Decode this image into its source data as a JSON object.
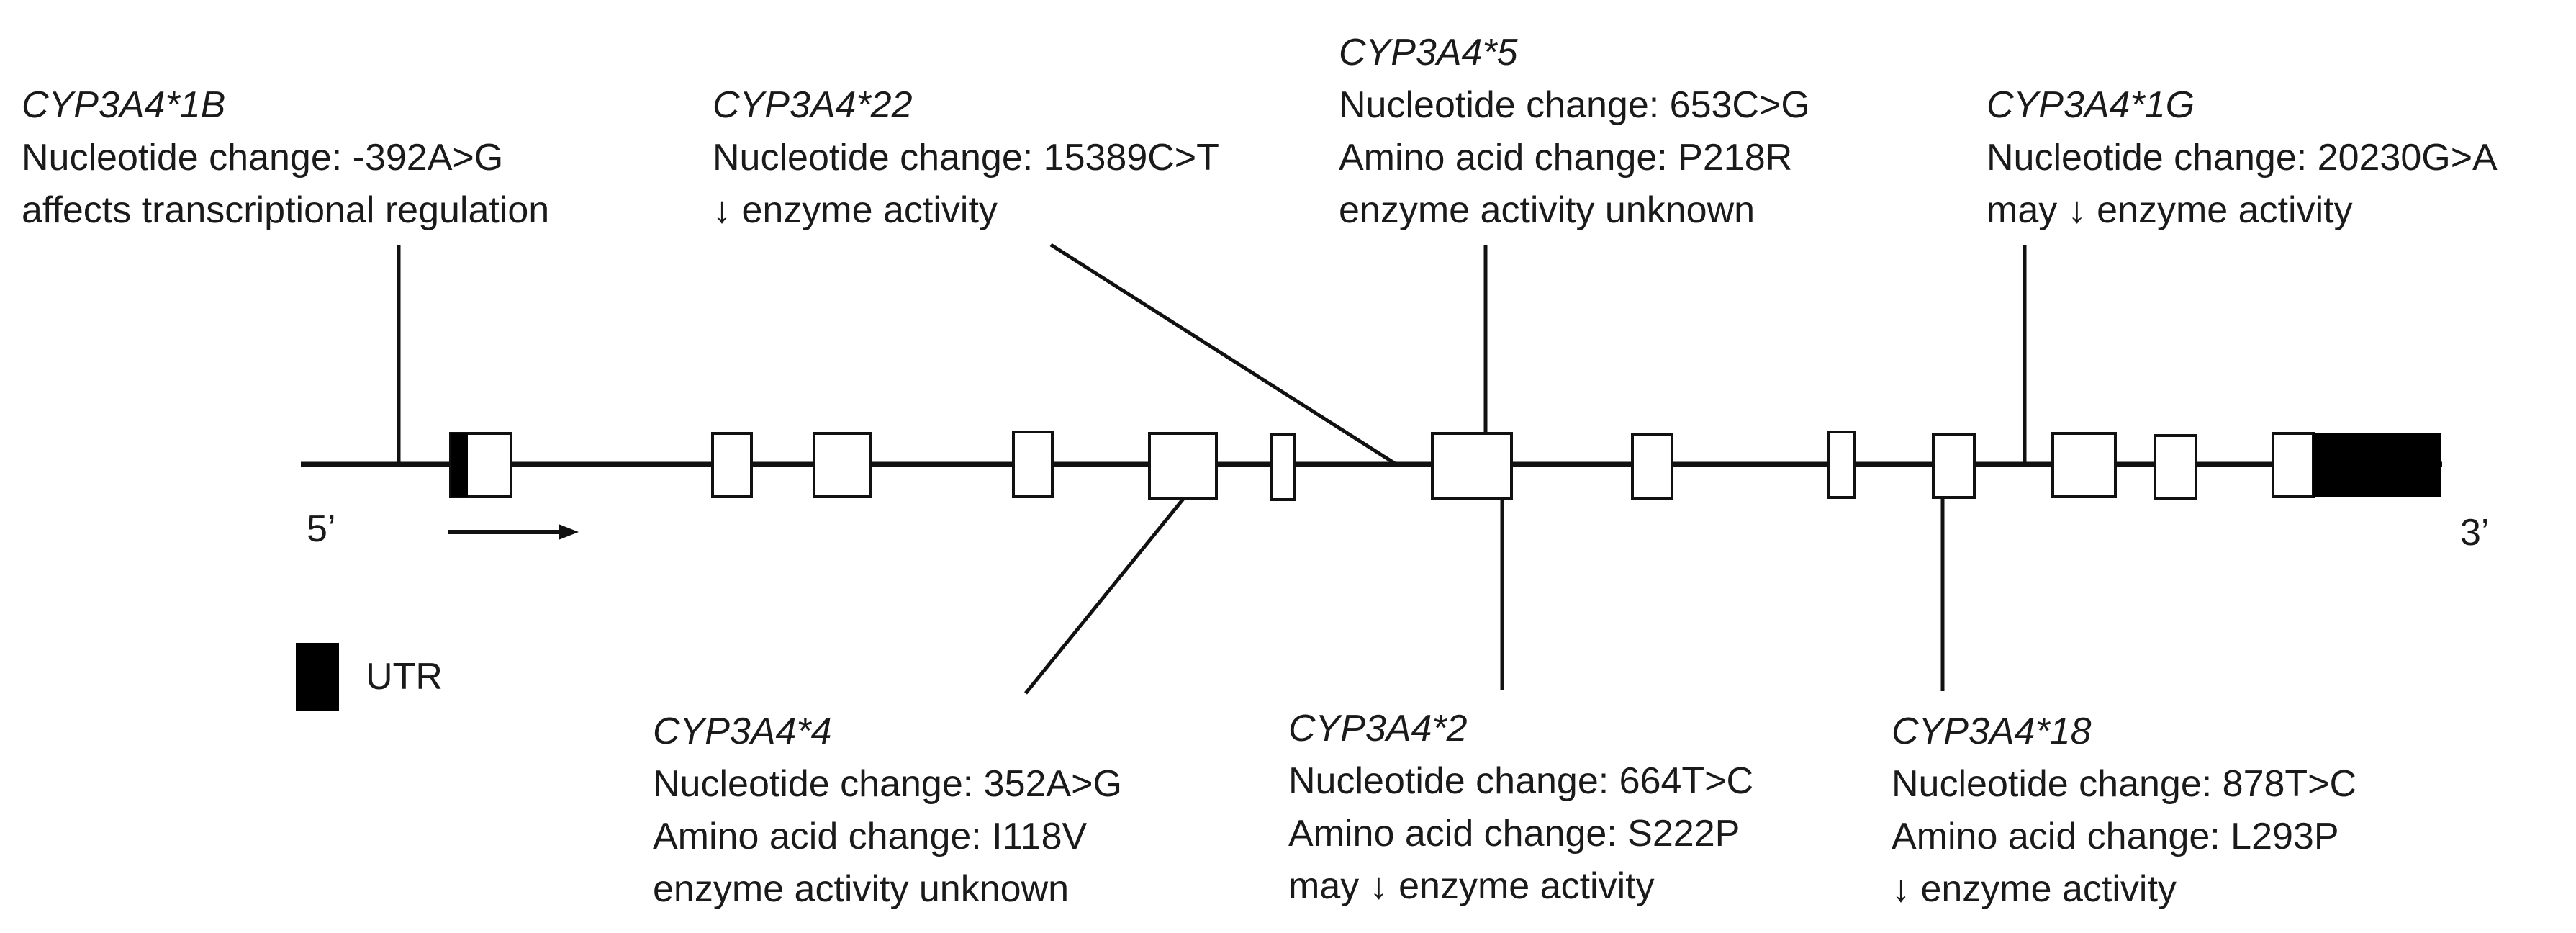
{
  "gene": {
    "five_prime_label": "5’",
    "three_prime_label": "3’"
  },
  "legend": {
    "utr_label": "UTR"
  },
  "variants": [
    {
      "name": "CYP3A4*1B",
      "lines": [
        "Nucleotide change: -392A>G",
        "affects transcriptional regulation"
      ]
    },
    {
      "name": "CYP3A4*22",
      "lines": [
        "Nucleotide change: 15389C>T",
        "↓ enzyme activity"
      ]
    },
    {
      "name": "CYP3A4*5",
      "lines": [
        "Nucleotide change: 653C>G",
        "Amino acid change: P218R",
        "enzyme activity unknown"
      ]
    },
    {
      "name": "CYP3A4*1G",
      "lines": [
        "Nucleotide change: 20230G>A",
        "may ↓ enzyme activity"
      ]
    },
    {
      "name": "CYP3A4*4",
      "lines": [
        "Nucleotide change: 352A>G",
        "Amino acid change: I118V",
        "enzyme activity unknown"
      ]
    },
    {
      "name": "CYP3A4*2",
      "lines": [
        "Nucleotide change: 664T>C",
        "Amino acid change: S222P",
        "may ↓ enzyme activity"
      ]
    },
    {
      "name": "CYP3A4*18",
      "lines": [
        "Nucleotide change: 878T>C",
        "Amino acid change: L293P",
        "↓ enzyme activity"
      ]
    }
  ]
}
